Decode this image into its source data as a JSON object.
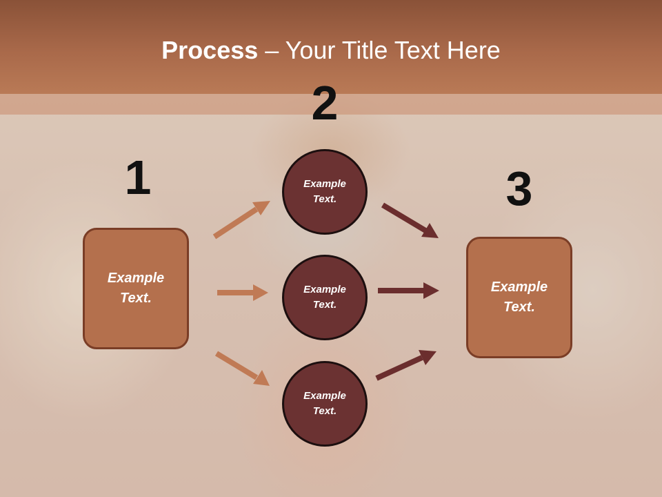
{
  "title": {
    "bold": "Process",
    "rest": " – Your Title Text Here"
  },
  "steps": {
    "n1": "1",
    "n2": "2",
    "n3": "3"
  },
  "left_box": {
    "text_line1": "Example",
    "text_line2": "Text."
  },
  "right_box": {
    "text_line1": "Example",
    "text_line2": "Text."
  },
  "circles": [
    {
      "line1": "Example",
      "line2": "Text."
    },
    {
      "line1": "Example",
      "line2": "Text."
    },
    {
      "line1": "Example",
      "line2": "Text."
    }
  ],
  "colors": {
    "title_bar": "#a9694a",
    "box_fill": "#b4704d",
    "circle_fill": "#6b3232",
    "arrow_light": "#c07a55",
    "arrow_dark": "#6b2e2e"
  }
}
